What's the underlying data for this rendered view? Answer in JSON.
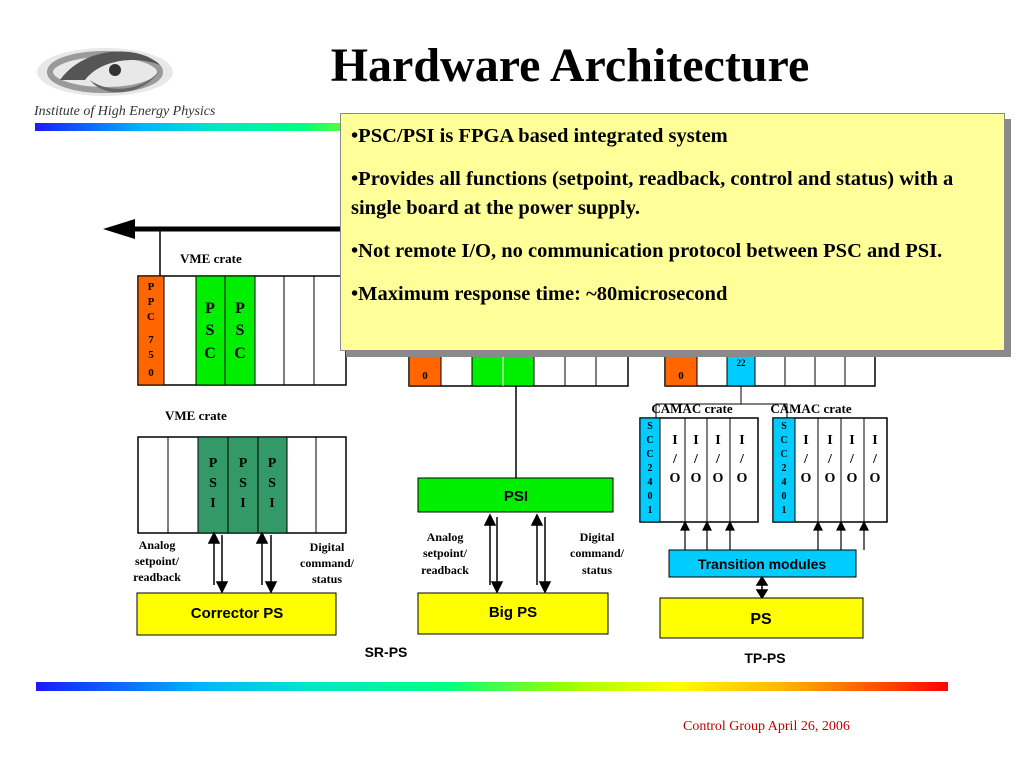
{
  "logo": {
    "caption": "Institute of High Energy Physics"
  },
  "title": "Hardware Architecture",
  "notes": [
    "•PSC/PSI is FPGA based integrated system",
    "•Provides all functions (setpoint, readback, control and status) with  a single board at the power supply.",
    "•Not remote I/O, no communication protocol between  PSC and PSI.",
    "•Maximum response time: ~80microsecond"
  ],
  "diagram": {
    "sr": {
      "vme_crate_top": "VME crate",
      "ppc_letters": [
        "P",
        "P",
        "C",
        "7",
        "5",
        "0"
      ],
      "psc_letters": [
        "P",
        "S",
        "C"
      ],
      "vme_crate_bottom": "VME crate",
      "psi_letters": [
        "P",
        "S",
        "I"
      ],
      "analog": [
        "Analog",
        "setpoint/",
        "readback"
      ],
      "digital": [
        "Digital",
        "command/",
        "status"
      ],
      "ps_label": "Corrector PS",
      "group_label": "SR-PS"
    },
    "big": {
      "slot_num": "0",
      "psi_label": "PSI",
      "analog": [
        "Analog",
        "setpoint/",
        "readback"
      ],
      "digital": [
        "Digital",
        "command/",
        "status"
      ],
      "ps_label": "Big PS"
    },
    "tp": {
      "slot_num": "0",
      "slot_partial": "22",
      "camac_left": "CAMAC crate",
      "camac_right": "CAMAC crate",
      "scc_letters": [
        "S",
        "C",
        "C",
        "2",
        "4",
        "0",
        "1"
      ],
      "io_letters": [
        "I",
        "/",
        "O"
      ],
      "transition": "Transition modules",
      "ps_label": "PS",
      "group_label": "TP-PS"
    }
  },
  "footer": "Control Group April 26, 2006",
  "colors": {
    "orange": "#ff6600",
    "green": "#00ee00",
    "dark_green": "#339966",
    "cyan": "#00ccff",
    "yellow": "#ffff00",
    "note_bg": "#ffff99",
    "footer": "#c00000"
  }
}
